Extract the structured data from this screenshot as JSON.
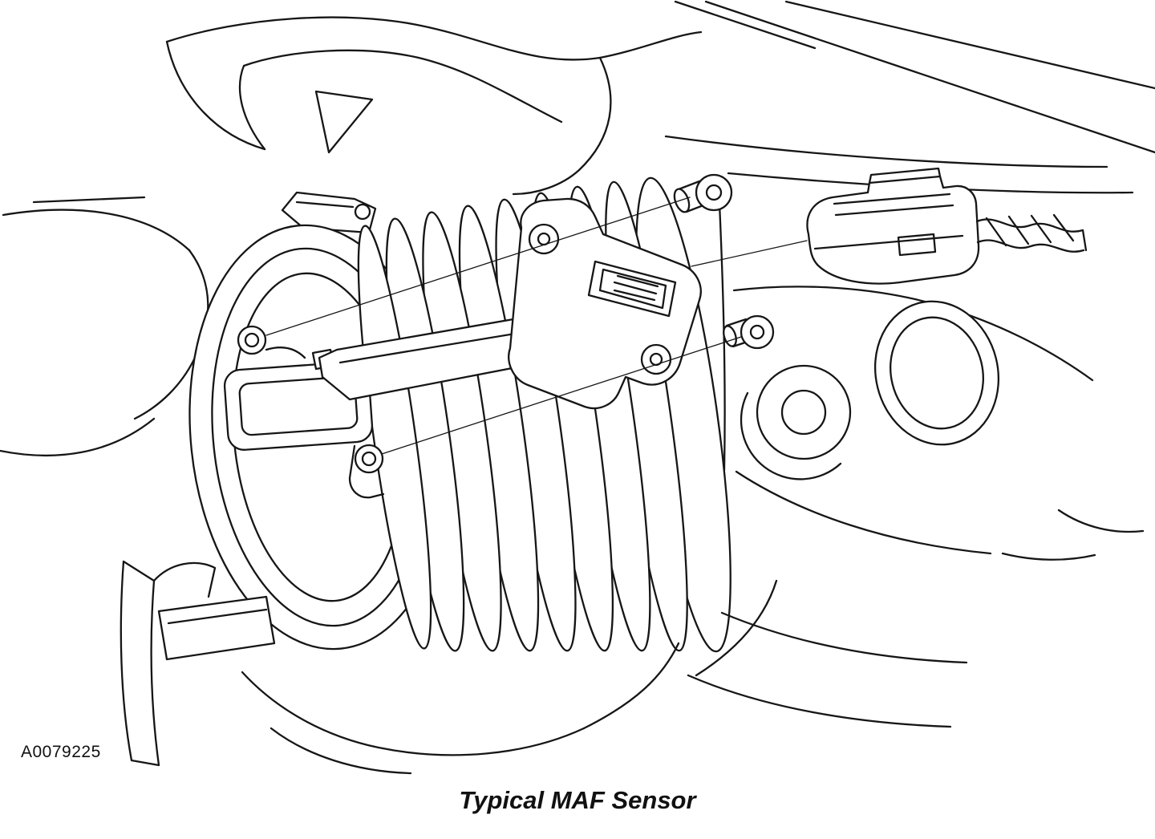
{
  "figure": {
    "code": "A0079225",
    "caption": "Typical MAF Sensor"
  },
  "illustration": {
    "kind": "black-and-white line-art service-manual illustration",
    "subject": "Mass Air Flow (MAF) sensor mounted on a corrugated air intake duct, with two mounting screws and an electrical connector with wiring harness",
    "line_color": "#161616",
    "background_color": "#ffffff"
  }
}
